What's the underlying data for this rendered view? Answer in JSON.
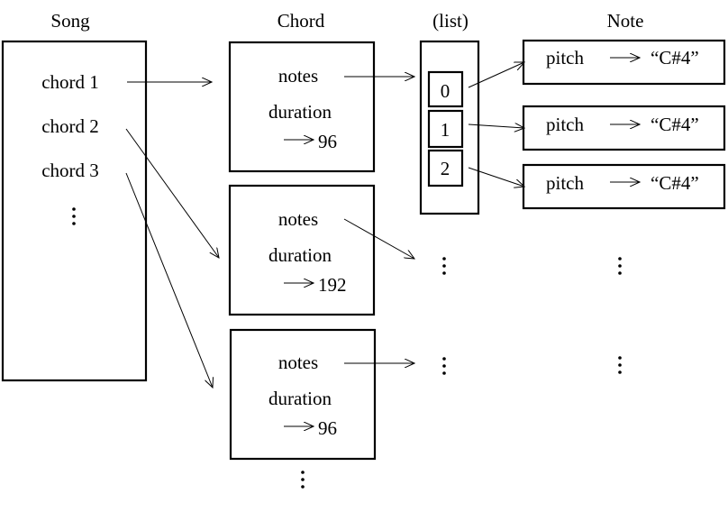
{
  "headers": {
    "song": "Song",
    "chord": "Chord",
    "list": "(list)",
    "note": "Note"
  },
  "song": {
    "items": [
      "chord 1",
      "chord 2",
      "chord 3"
    ]
  },
  "chords": [
    {
      "notes_label": "notes",
      "duration_label": "duration",
      "duration_value": "96"
    },
    {
      "notes_label": "notes",
      "duration_label": "duration",
      "duration_value": "192"
    },
    {
      "notes_label": "notes",
      "duration_label": "duration",
      "duration_value": "96"
    }
  ],
  "list": {
    "indices": [
      "0",
      "1",
      "2"
    ]
  },
  "notes": [
    {
      "field": "pitch",
      "value": "“C#4”"
    },
    {
      "field": "pitch",
      "value": "“C#4”"
    },
    {
      "field": "pitch",
      "value": "“C#4”"
    }
  ]
}
